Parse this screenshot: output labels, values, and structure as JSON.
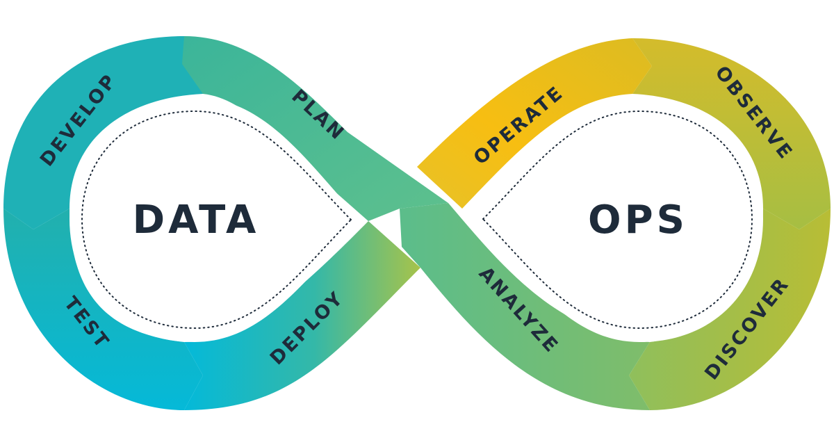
{
  "diagram": {
    "left_title": "DATA",
    "right_title": "OPS",
    "stages": {
      "develop": "DEVELOP",
      "plan": "PLAN",
      "test": "TEST",
      "deploy": "DEPLOY",
      "operate": "OPERATE",
      "observe": "OBSERVE",
      "analyze": "ANALYZE",
      "discover": "DISCOVER"
    },
    "colors": {
      "teal": "#1ab1c4",
      "cyan": "#04b8d8",
      "green": "#5cbf8c",
      "olive": "#c9b92a",
      "yellow": "#f5bd12",
      "lime": "#a3c04f",
      "text": "#1e2b3a"
    }
  }
}
